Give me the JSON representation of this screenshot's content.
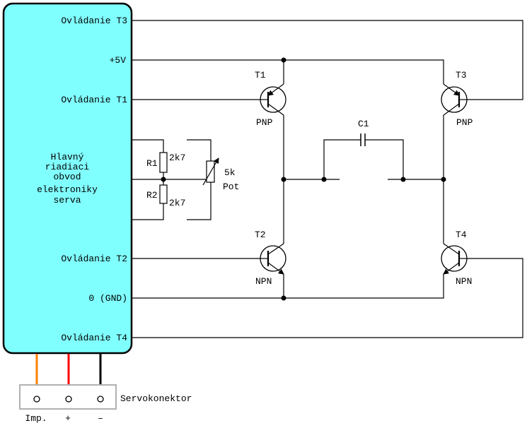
{
  "colors": {
    "block_fill": "#80ffff",
    "wire": "#000000",
    "lead_imp": "#ff8000",
    "lead_plus": "#ff0000",
    "lead_minus": "#000000",
    "connector_border": "#b0b0b0"
  },
  "block": {
    "title_lines": [
      "Hlavný",
      "riadiaci",
      "obvod",
      "elektroniky",
      "serva"
    ],
    "pins": {
      "t3": "Ovládanie T3",
      "vcc": "+5V",
      "t1": "Ovládanie T1",
      "t2": "Ovládanie T2",
      "gnd": "0 (GND)",
      "t4": "Ovládanie T4"
    }
  },
  "components": {
    "r1": {
      "ref": "R1",
      "value": "2k7"
    },
    "r2": {
      "ref": "R2",
      "value": "2k7"
    },
    "pot": {
      "value": "5k",
      "label": "Pot"
    },
    "c1": {
      "ref": "C1"
    },
    "t1": {
      "ref": "T1",
      "type": "PNP"
    },
    "t2": {
      "ref": "T2",
      "type": "NPN"
    },
    "t3": {
      "ref": "T3",
      "type": "PNP"
    },
    "t4": {
      "ref": "T4",
      "type": "NPN"
    }
  },
  "connector": {
    "label": "Servokonektor",
    "pins": [
      "Imp.",
      "+",
      "–"
    ]
  }
}
